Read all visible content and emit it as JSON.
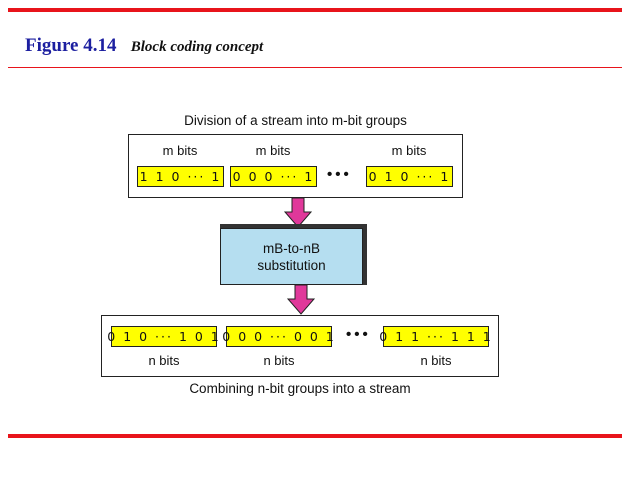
{
  "header": {
    "figure_number": "Figure 4.14",
    "caption": "Block coding concept"
  },
  "top_panel": {
    "caption": "Division of a stream into m-bit groups",
    "groups": [
      {
        "label": "m bits",
        "bits": "1 1 0  ···  1"
      },
      {
        "label": "m bits",
        "bits": "0 0 0  ···  1"
      },
      {
        "label": "m bits",
        "bits": "0 1 0  ···  1"
      }
    ],
    "ellipsis": "•••"
  },
  "substitution": {
    "line1": "mB-to-nB",
    "line2": "substitution"
  },
  "bottom_panel": {
    "caption": "Combining n-bit groups into a stream",
    "groups": [
      {
        "label": "n bits",
        "bits": "0 1 0  ···  1 0 1"
      },
      {
        "label": "n bits",
        "bits": "0 0 0  ···  0 0 1"
      },
      {
        "label": "n bits",
        "bits": "0 1 1  ···  1 1 1"
      }
    ],
    "ellipsis": "•••"
  },
  "colors": {
    "rule": "#e8141b",
    "title": "#1c1fa0",
    "bit_box": "#ffff00",
    "substitution_box": "#b5def0",
    "arrow": "#e0389a"
  }
}
